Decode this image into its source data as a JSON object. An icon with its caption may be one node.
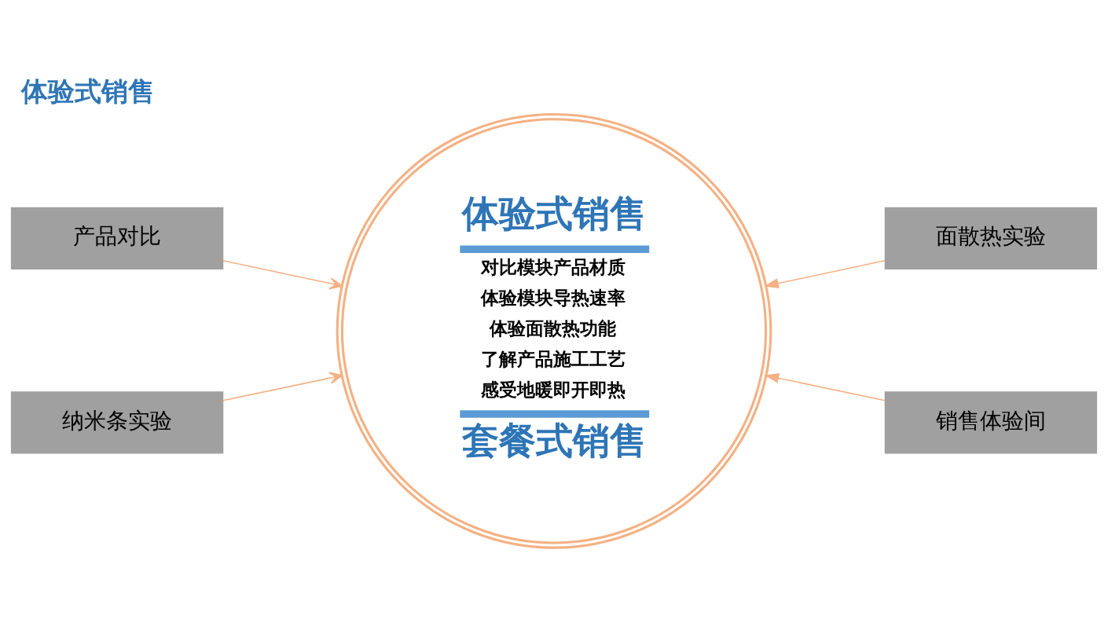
{
  "diagram": {
    "title": "体验式销售",
    "nodes": [
      {
        "text": [
          "体验式销售",
          "对比模块产品材质",
          "体验模块导热速率",
          "体验面散热功能",
          "了解产品施工工艺",
          "感受地暖即开即热",
          "套餐式销售"
        ]
      },
      {
        "text": [
          "产品对比"
        ]
      },
      {
        "text": [
          "面散热实验"
        ]
      },
      {
        "text": [
          "纳米条实验"
        ]
      },
      {
        "text": [
          "销售体验间"
        ]
      }
    ],
    "edges": [
      {
        "from": 1,
        "to": 0,
        "arrow": "to"
      },
      {
        "from": 2,
        "to": 0,
        "arrow": "to"
      },
      {
        "from": 3,
        "to": 0,
        "arrow": "to"
      },
      {
        "from": 4,
        "to": 0,
        "arrow": "to"
      }
    ]
  }
}
